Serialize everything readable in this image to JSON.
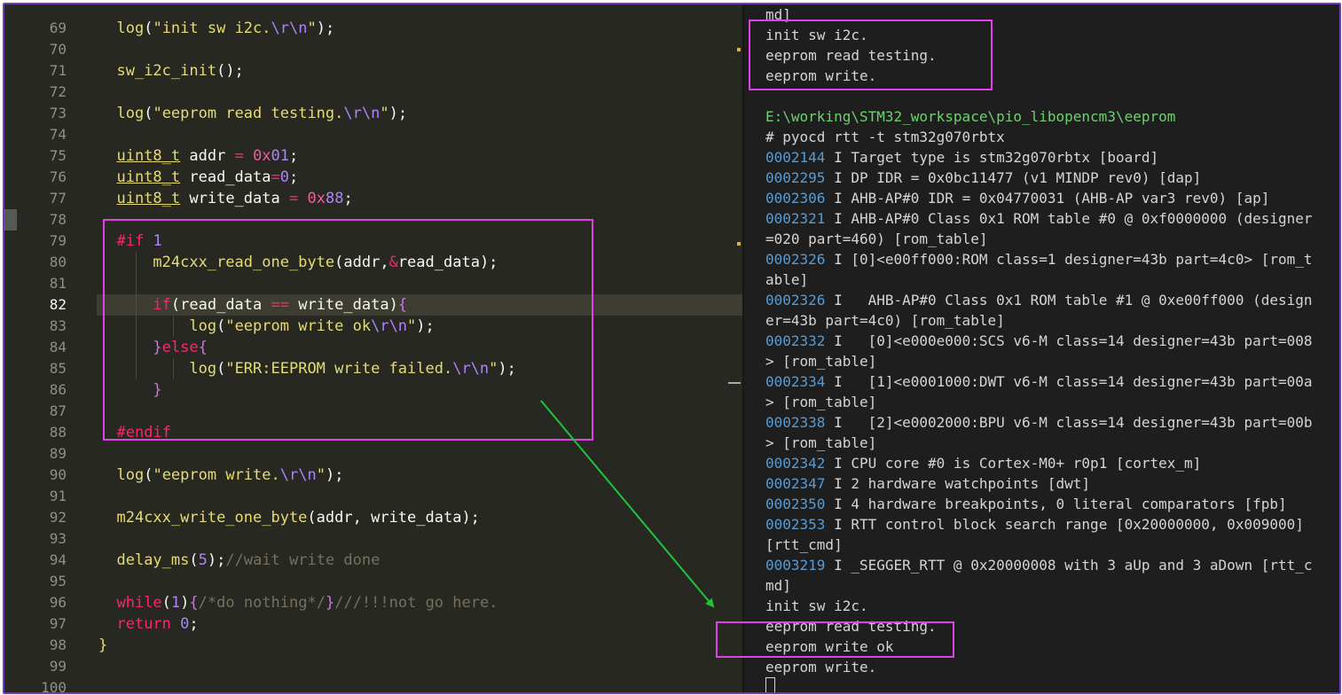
{
  "editor": {
    "first_line": 69,
    "active_line": 82,
    "highlight_line": 82,
    "gutter_marker_line": 78,
    "code_lines": [
      [
        [
          "  ",
          "pl"
        ],
        [
          "log",
          "fn"
        ],
        [
          "(",
          "pl"
        ],
        [
          "\"init sw i2c.",
          "str"
        ],
        [
          "\\r\\n",
          "esc"
        ],
        [
          "\"",
          "str"
        ],
        [
          ");",
          "pl"
        ]
      ],
      [],
      [
        [
          "  ",
          "pl"
        ],
        [
          "sw_i2c_init",
          "fn"
        ],
        [
          "();",
          "pl"
        ]
      ],
      [],
      [
        [
          "  ",
          "pl"
        ],
        [
          "log",
          "fn"
        ],
        [
          "(",
          "pl"
        ],
        [
          "\"eeprom read testing.",
          "str"
        ],
        [
          "\\r\\n",
          "esc"
        ],
        [
          "\"",
          "str"
        ],
        [
          ");",
          "pl"
        ]
      ],
      [],
      [
        [
          "  ",
          "pl"
        ],
        [
          "uint8_t",
          "type"
        ],
        [
          " addr ",
          "pl"
        ],
        [
          "=",
          "op"
        ],
        [
          " ",
          "pl"
        ],
        [
          "0x",
          "num"
        ],
        [
          "01",
          "esc"
        ],
        [
          ";",
          "pl"
        ]
      ],
      [
        [
          "  ",
          "pl"
        ],
        [
          "uint8_t",
          "type"
        ],
        [
          " read_data",
          "pl"
        ],
        [
          "=",
          "op"
        ],
        [
          "0",
          "esc"
        ],
        [
          ";",
          "pl"
        ]
      ],
      [
        [
          "  ",
          "pl"
        ],
        [
          "uint8_t",
          "type"
        ],
        [
          " write_data ",
          "pl"
        ],
        [
          "=",
          "op"
        ],
        [
          " ",
          "pl"
        ],
        [
          "0x",
          "num"
        ],
        [
          "88",
          "esc"
        ],
        [
          ";",
          "pl"
        ]
      ],
      [],
      [
        [
          "  ",
          "pl"
        ],
        [
          "#if",
          "kw"
        ],
        [
          " ",
          "pl"
        ],
        [
          "1",
          "esc"
        ]
      ],
      [
        [
          "      ",
          "pl"
        ],
        [
          "m24cxx_read_one_byte",
          "fn"
        ],
        [
          "(",
          "pl"
        ],
        [
          "addr,",
          "pl"
        ],
        [
          "&",
          "op"
        ],
        [
          "read_data",
          ""
        ],
        [
          ");",
          "pl"
        ]
      ],
      [],
      [
        [
          "      ",
          "pl"
        ],
        [
          "if",
          "kw"
        ],
        [
          "(read_data ",
          "pl"
        ],
        [
          "==",
          "op"
        ],
        [
          " write_data)",
          "pl"
        ],
        [
          "{",
          "br"
        ]
      ],
      [
        [
          "          ",
          "pl"
        ],
        [
          "log",
          "fn"
        ],
        [
          "(",
          "pl"
        ],
        [
          "\"eeprom write ok",
          "str"
        ],
        [
          "\\r\\n",
          "esc"
        ],
        [
          "\"",
          "str"
        ],
        [
          ");",
          "pl"
        ]
      ],
      [
        [
          "      ",
          "pl"
        ],
        [
          "}",
          "br"
        ],
        [
          "else",
          "kw"
        ],
        [
          "{",
          "br"
        ]
      ],
      [
        [
          "          ",
          "pl"
        ],
        [
          "log",
          "fn"
        ],
        [
          "(",
          "pl"
        ],
        [
          "\"ERR:EEPROM write failed.",
          "str"
        ],
        [
          "\\r\\n",
          "esc"
        ],
        [
          "\"",
          "str"
        ],
        [
          ");",
          "pl"
        ]
      ],
      [
        [
          "      ",
          "pl"
        ],
        [
          "}",
          "br"
        ]
      ],
      [],
      [
        [
          "  ",
          "pl"
        ],
        [
          "#endif",
          "kw"
        ]
      ],
      [],
      [
        [
          "  ",
          "pl"
        ],
        [
          "log",
          "fn"
        ],
        [
          "(",
          "pl"
        ],
        [
          "\"eeprom write.",
          "str"
        ],
        [
          "\\r\\n",
          "esc"
        ],
        [
          "\"",
          "str"
        ],
        [
          ");",
          "pl"
        ]
      ],
      [],
      [
        [
          "  ",
          "pl"
        ],
        [
          "m24cxx_write_one_byte",
          "fn"
        ],
        [
          "(",
          "pl"
        ],
        [
          "addr, write_data",
          ""
        ],
        [
          ");",
          "pl"
        ]
      ],
      [],
      [
        [
          "  ",
          "pl"
        ],
        [
          "delay_ms",
          "fn"
        ],
        [
          "(",
          "pl"
        ],
        [
          "5",
          "esc"
        ],
        [
          ");",
          "pl"
        ],
        [
          "//wait write done",
          "cm"
        ]
      ],
      [],
      [
        [
          "  ",
          "pl"
        ],
        [
          "while",
          "kw"
        ],
        [
          "(",
          "pl"
        ],
        [
          "1",
          "esc"
        ],
        [
          ")",
          "pl"
        ],
        [
          "{",
          "br"
        ],
        [
          "/*do nothing*/",
          "cm"
        ],
        [
          "}",
          "br"
        ],
        [
          "///!!!not go here.",
          "cm"
        ]
      ],
      [
        [
          "  ",
          "pl"
        ],
        [
          "return",
          "kw"
        ],
        [
          " ",
          "pl"
        ],
        [
          "0",
          "esc"
        ],
        [
          ";",
          "pl"
        ]
      ],
      [
        [
          "}",
          "fn"
        ]
      ],
      [],
      []
    ]
  },
  "terminal": {
    "lines": [
      [
        [
          "md]",
          ""
        ]
      ],
      [
        [
          "init sw i2c.",
          ""
        ]
      ],
      [
        [
          "eeprom read testing.",
          ""
        ]
      ],
      [
        [
          "eeprom write.",
          ""
        ]
      ],
      [],
      [
        [
          "E:\\working\\STM32_workspace\\pio_libopencm3\\eeprom",
          "tp"
        ]
      ],
      [
        [
          "# pyocd rtt -t stm32g070rbtx",
          ""
        ]
      ],
      [
        [
          "0002144",
          "ts"
        ],
        [
          " I Target type is stm32g070rbtx [board]",
          ""
        ]
      ],
      [
        [
          "0002295",
          "ts"
        ],
        [
          " I DP IDR = 0x0bc11477 (v1 MINDP rev0) [dap]",
          ""
        ]
      ],
      [
        [
          "0002306",
          "ts"
        ],
        [
          " I AHB-AP#0 IDR = 0x04770031 (AHB-AP var3 rev0) [ap]",
          ""
        ]
      ],
      [
        [
          "0002321",
          "ts"
        ],
        [
          " I AHB-AP#0 Class 0x1 ROM table #0 @ 0xf0000000 (designer",
          ""
        ]
      ],
      [
        [
          "=020 part=460) [rom_table]",
          ""
        ]
      ],
      [
        [
          "0002326",
          "ts"
        ],
        [
          " I [0]<e00ff000:ROM class=1 designer=43b part=4c0> [rom_t",
          ""
        ]
      ],
      [
        [
          "able]",
          ""
        ]
      ],
      [
        [
          "0002326",
          "ts"
        ],
        [
          " I   AHB-AP#0 Class 0x1 ROM table #1 @ 0xe00ff000 (design",
          ""
        ]
      ],
      [
        [
          "er=43b part=4c0) [rom_table]",
          ""
        ]
      ],
      [
        [
          "0002332",
          "ts"
        ],
        [
          " I   [0]<e000e000:SCS v6-M class=14 designer=43b part=008",
          ""
        ]
      ],
      [
        [
          "> [rom_table]",
          ""
        ]
      ],
      [
        [
          "0002334",
          "ts"
        ],
        [
          " I   [1]<e0001000:DWT v6-M class=14 designer=43b part=00a",
          ""
        ]
      ],
      [
        [
          "> [rom_table]",
          ""
        ]
      ],
      [
        [
          "0002338",
          "ts"
        ],
        [
          " I   [2]<e0002000:BPU v6-M class=14 designer=43b part=00b",
          ""
        ]
      ],
      [
        [
          "> [rom_table]",
          ""
        ]
      ],
      [
        [
          "0002342",
          "ts"
        ],
        [
          " I CPU core #0 is Cortex-M0+ r0p1 [cortex_m]",
          ""
        ]
      ],
      [
        [
          "0002347",
          "ts"
        ],
        [
          " I 2 hardware watchpoints [dwt]",
          ""
        ]
      ],
      [
        [
          "0002350",
          "ts"
        ],
        [
          " I 4 hardware breakpoints, 0 literal comparators [fpb]",
          ""
        ]
      ],
      [
        [
          "0002353",
          "ts"
        ],
        [
          " I RTT control block search range [0x20000000, 0x009000]",
          ""
        ]
      ],
      [
        [
          "[rtt_cmd]",
          ""
        ]
      ],
      [
        [
          "0003219",
          "ts"
        ],
        [
          " I _SEGGER_RTT @ 0x20000008 with 3 aUp and 3 aDown [rtt_c",
          ""
        ]
      ],
      [
        [
          "md]",
          ""
        ]
      ],
      [
        [
          "init sw i2c.",
          ""
        ]
      ],
      [
        [
          "eeprom read testing.",
          ""
        ]
      ],
      [
        [
          "eeprom write ok",
          ""
        ]
      ],
      [
        [
          "eeprom write.",
          ""
        ]
      ]
    ]
  }
}
